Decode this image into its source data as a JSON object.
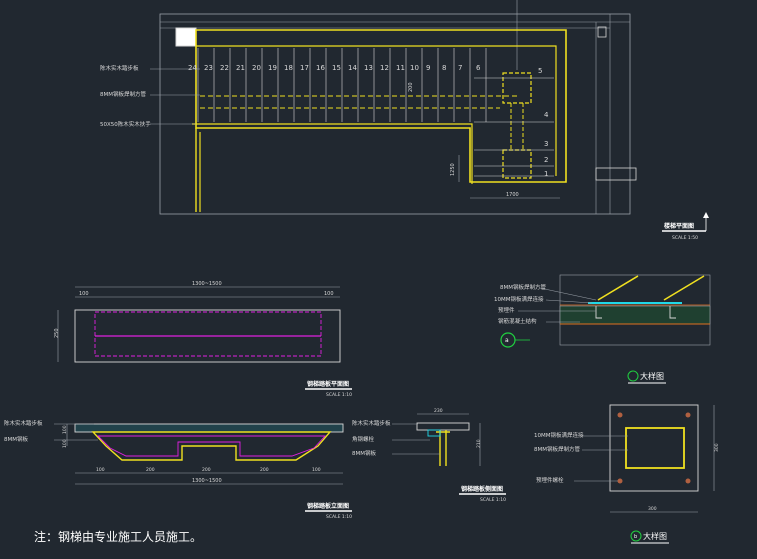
{
  "colors": {
    "background": "#212830",
    "line": "#d8d8d8",
    "dim": "#9aa0a8",
    "steel": "#f0e020",
    "magenta": "#e020e0",
    "cyan": "#20d8e8",
    "green": "#20d040",
    "white": "#ffffff"
  },
  "plan": {
    "step_numbers": [
      "24",
      "23",
      "22",
      "21",
      "20",
      "19",
      "18",
      "17",
      "16",
      "15",
      "14",
      "13",
      "12",
      "11",
      "10",
      "9",
      "8",
      "7",
      "6",
      "5",
      "4",
      "3",
      "2",
      "1"
    ],
    "leader_labels": [
      "陈木实木踏步板",
      "8MM钢板焊制方管",
      "50X50陈木实木扶手"
    ],
    "dim_bottom": "1700",
    "dim_left": "1250",
    "dim_inner": "200",
    "title": "楼梯平面图",
    "scale": "SCALE 1:50"
  },
  "tread_plan": {
    "dim_total": "1300~1500",
    "dim_left": "100",
    "dim_right": "100",
    "dim_height": "250",
    "title": "钢梯踏板平面图",
    "scale": "SCALE 1:10"
  },
  "tread_section": {
    "labels": [
      "陈木实木踏步板",
      "8MM钢板"
    ],
    "dim_thick": "100",
    "dim_side": "100",
    "dim_bottom": [
      "100",
      "200",
      "200",
      "200",
      "100"
    ],
    "dim_total": "1300~1500",
    "title": "钢梯踏板立面图",
    "scale": "SCALE 1:10"
  },
  "tread_side": {
    "labels": [
      "陈木实木踏步板",
      "角钢螺栓",
      "8MM钢板"
    ],
    "dim_top": "230",
    "dim_height": "210",
    "title": "钢梯踏板侧面图",
    "scale": "SCALE 1:10"
  },
  "detail_a": {
    "labels": [
      "8MM钢板焊制方管",
      "10MM钢板满焊连接",
      "预埋件",
      "钢筋混凝土结构"
    ],
    "marker": "a",
    "title": "大样图"
  },
  "detail_b": {
    "labels": [
      "10MM钢板满焊连接",
      "8MM钢板焊制方管",
      "预埋件螺栓"
    ],
    "dim_bottom": "300",
    "dim_right": "300",
    "marker": "b",
    "title": "大样图"
  },
  "footer": {
    "note": "注：钢梯由专业施工人员施工。"
  }
}
